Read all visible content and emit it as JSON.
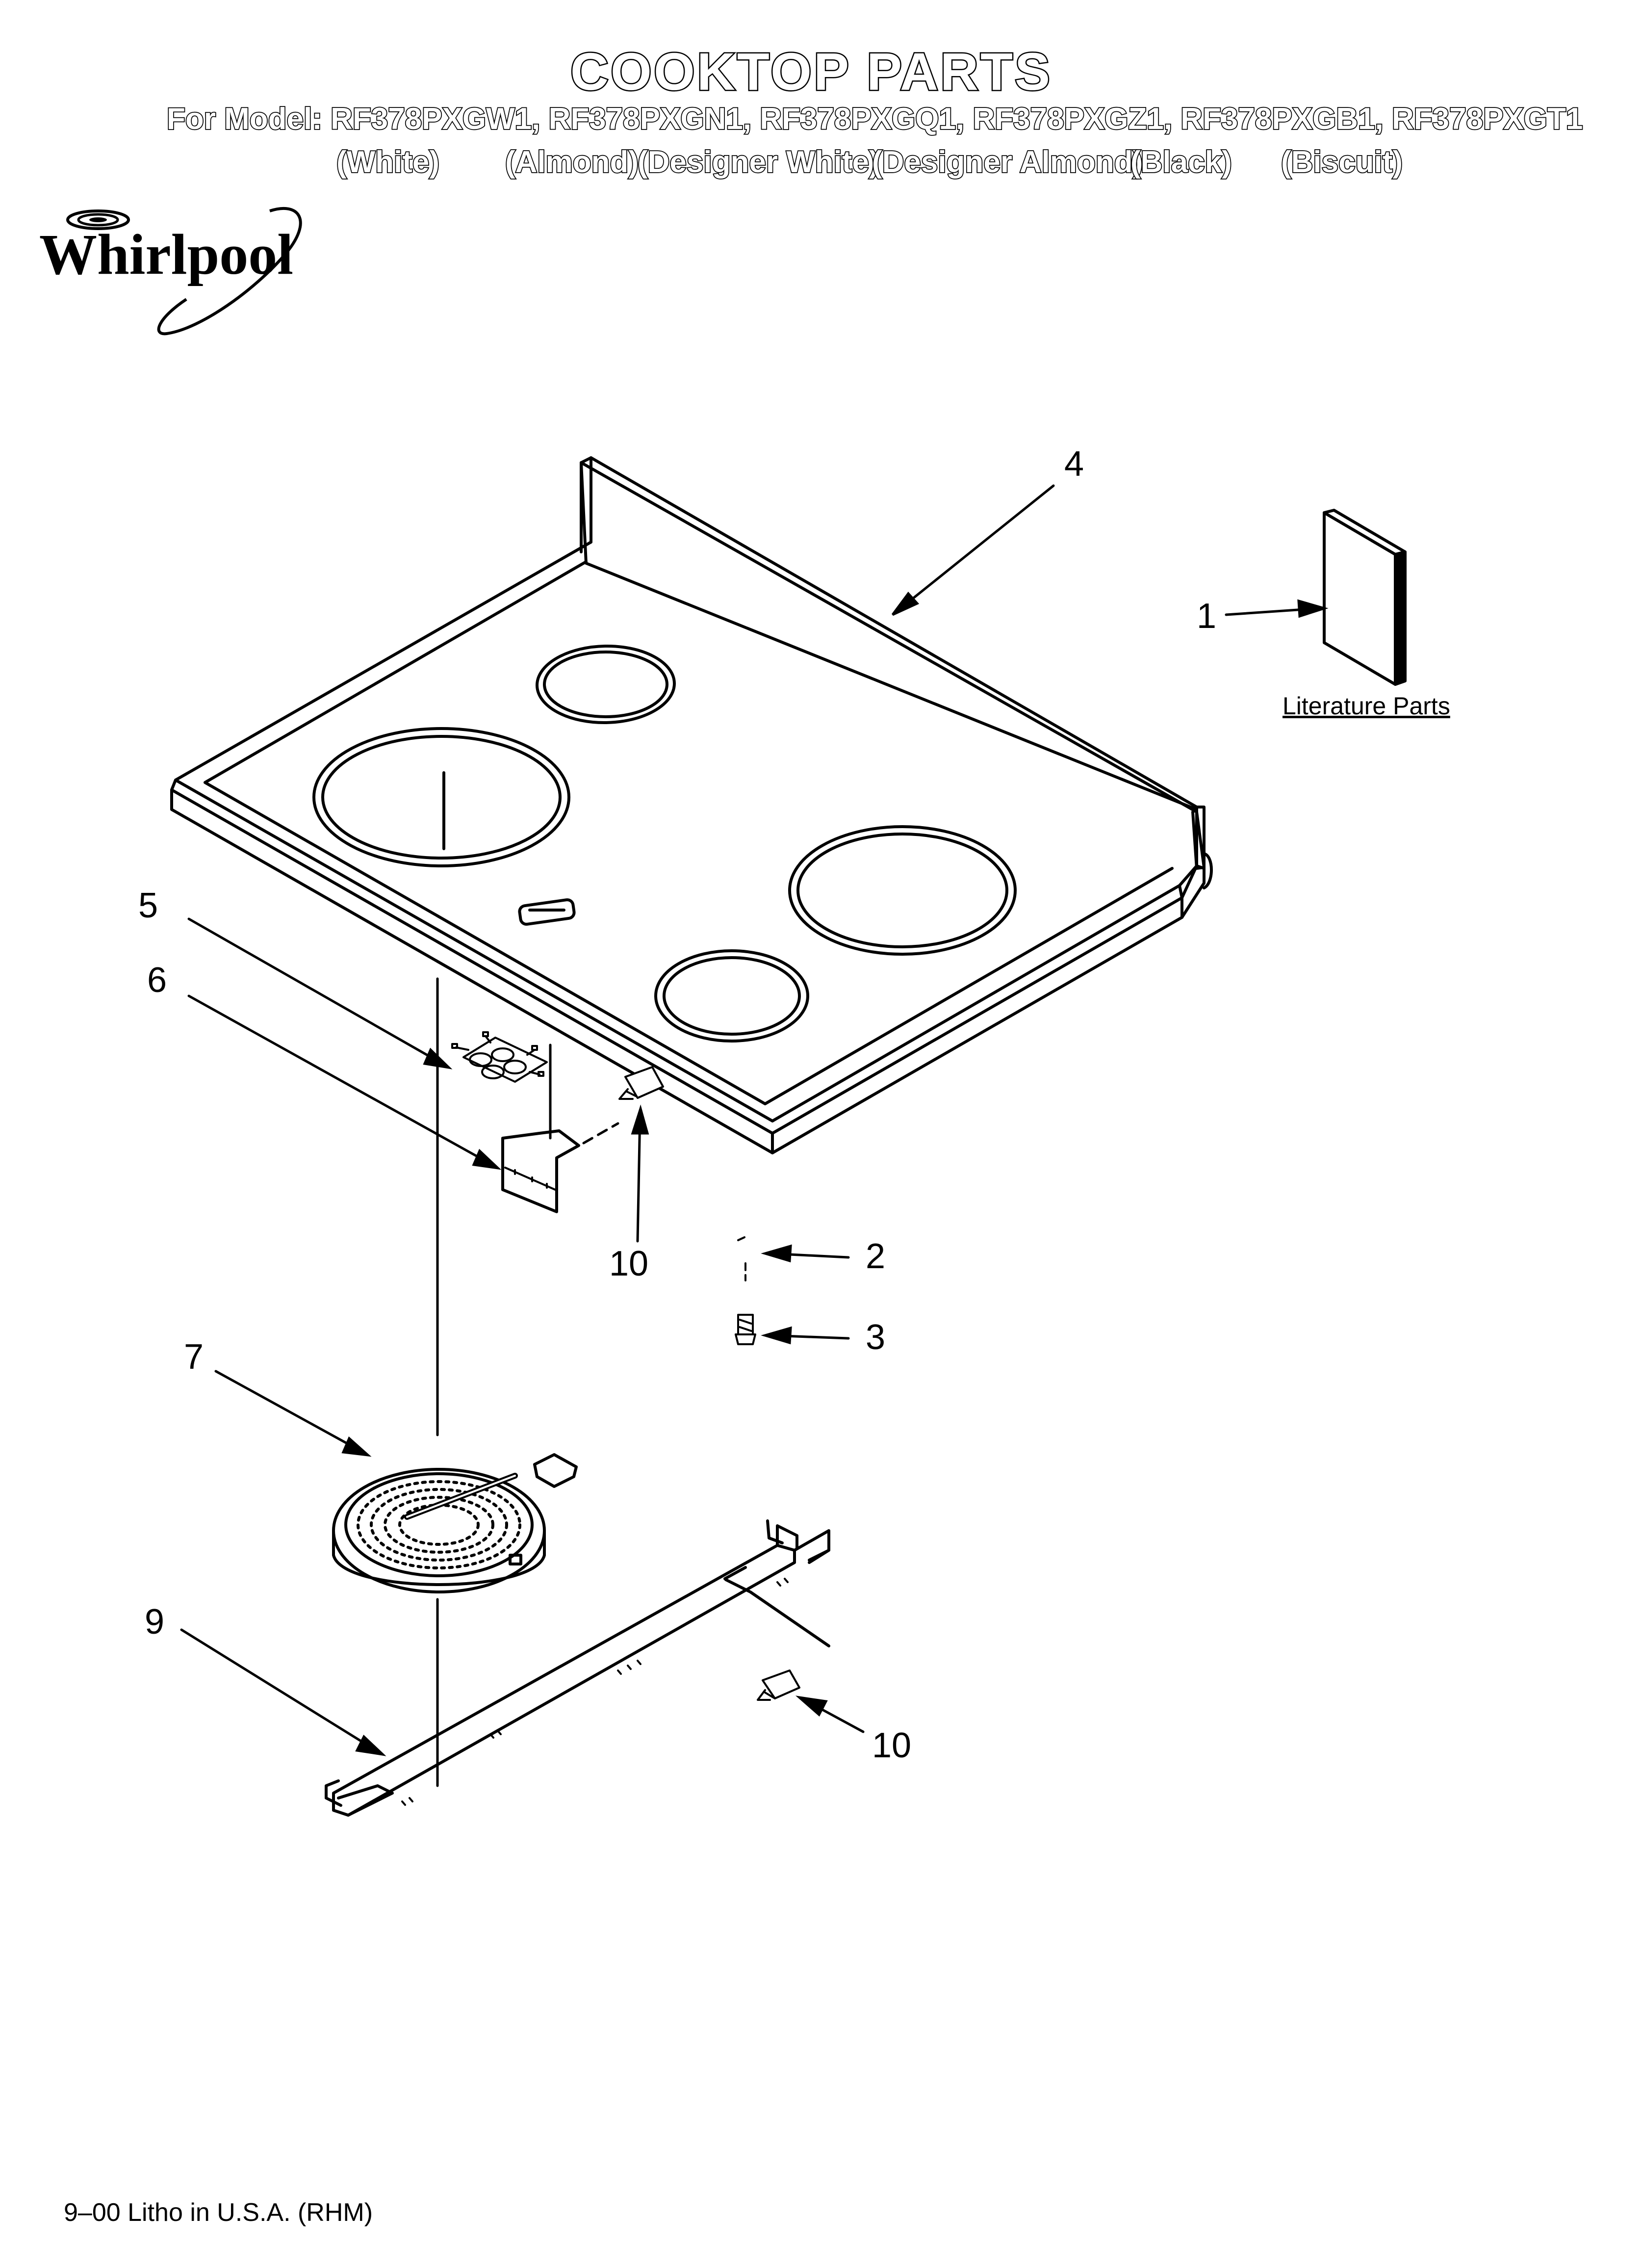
{
  "header": {
    "title": "COOKTOP PARTS",
    "models": "For Model: RF378PXGW1, RF378PXGN1, RF378PXGQ1, RF378PXGZ1, RF378PXGB1, RF378PXGT1",
    "colors": [
      "(White)",
      "(Almond)",
      "(Designer White)",
      "(Designer Almond)",
      "(Black)",
      "(Biscuit)"
    ]
  },
  "brand": {
    "logo_text": "Whirlpool"
  },
  "callouts": [
    {
      "id": "1",
      "label": "1"
    },
    {
      "id": "2",
      "label": "2"
    },
    {
      "id": "3",
      "label": "3"
    },
    {
      "id": "4",
      "label": "4"
    },
    {
      "id": "5",
      "label": "5"
    },
    {
      "id": "6",
      "label": "6"
    },
    {
      "id": "7",
      "label": "7"
    },
    {
      "id": "9",
      "label": "9"
    },
    {
      "id": "10a",
      "label": "10"
    },
    {
      "id": "10b",
      "label": "10"
    }
  ],
  "literature_label": "Literature Parts",
  "footer": "9–00 Litho in U.S.A. (RHM)"
}
